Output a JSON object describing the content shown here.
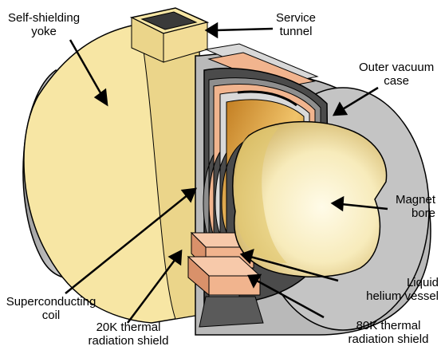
{
  "labels": {
    "yoke": [
      "Self-shielding",
      "yoke"
    ],
    "tunnel": [
      "Service",
      "tunnel"
    ],
    "vacuum": [
      "Outer vacuum",
      "case"
    ],
    "bore": [
      "Magnet",
      "bore"
    ],
    "helium": [
      "Liquid",
      "helium vessel"
    ],
    "shield80": [
      "80K thermal",
      "radiation shield"
    ],
    "shield20": [
      "20K thermal",
      "radiation shield"
    ],
    "coil": [
      "Superconducting",
      "coil"
    ]
  },
  "colors": {
    "yoke": "#f7e6a4",
    "yoke_shade": "#ebd58a",
    "case_gray": "#b9b9b9",
    "case_dark": "#8e8e8e",
    "rim_dark": "#4b4b4b",
    "copper": "#f1b48e",
    "copper_dark": "#d9916a",
    "coil": "#e0a93a",
    "bore_light": "#fdf7dc",
    "bore_mid": "#f0dc94",
    "outline": "#000000"
  }
}
